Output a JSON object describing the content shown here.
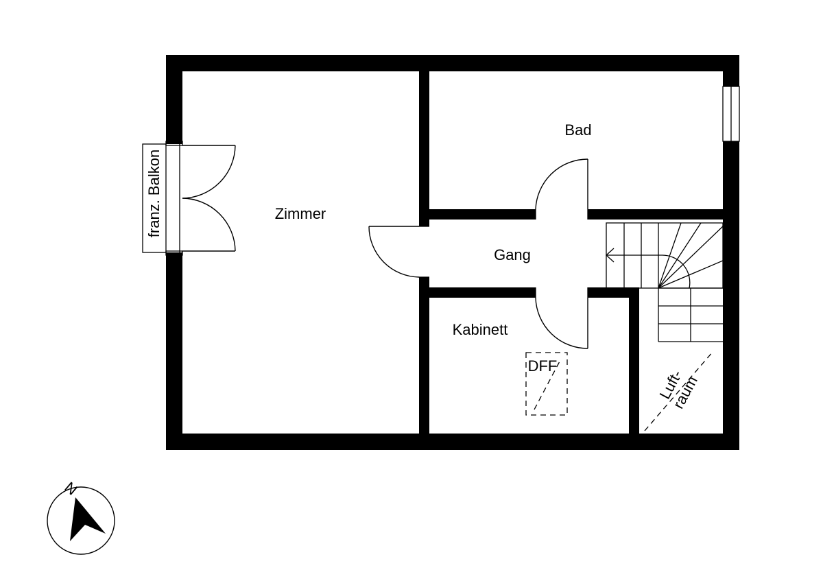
{
  "rooms": {
    "zimmer": "Zimmer",
    "bad": "Bad",
    "gang": "Gang",
    "kabinett": "Kabinett",
    "dff": "DFF",
    "luftraum_line1": "Luft-",
    "luftraum_line2": "raum",
    "balkon": "franz. Balkon"
  },
  "compass": {
    "north": "N"
  },
  "colors": {
    "walls": "#000000",
    "background": "#ffffff"
  }
}
